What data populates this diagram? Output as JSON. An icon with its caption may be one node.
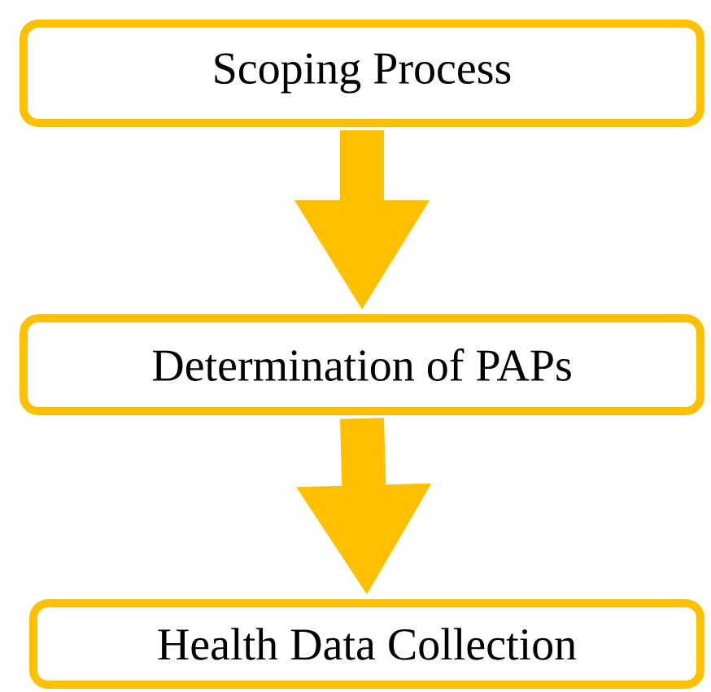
{
  "diagram": {
    "nodes": [
      {
        "text": [
          "Scoping Process"
        ]
      },
      {
        "text": [
          "Determination of PAPs"
        ]
      },
      {
        "text": [
          "Health Data Collection"
        ]
      }
    ],
    "edges": [
      {
        "from": 0,
        "to": 1,
        "arrow": "to"
      },
      {
        "from": 1,
        "to": 2,
        "arrow": "to"
      }
    ]
  }
}
